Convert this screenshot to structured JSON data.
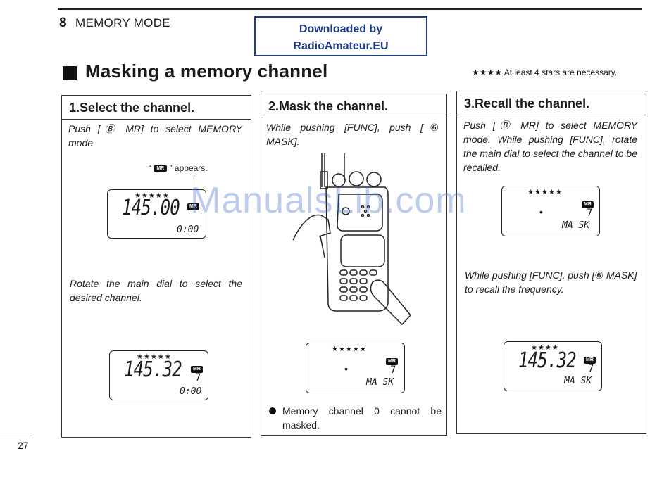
{
  "header": {
    "section_number": "8",
    "section_name": "MEMORY MODE",
    "download_line1": "Downloaded by",
    "download_line2": "RadioAmateur.EU"
  },
  "title": "Masking a memory channel",
  "stars_note": "★★★★ At least 4 stars are necessary.",
  "watermark": "ManualsLib.com",
  "panels": [
    {
      "heading": "1.Select the channel.",
      "instruction": "Push [Ⓑ MR] to select MEMORY mode.",
      "appears_open": "“",
      "appears_badge": "MR",
      "appears_close": "” appears.",
      "display1": {
        "stars": "★★★★★",
        "freq": "145.00",
        "time": "0:00",
        "badge": "MR"
      },
      "rotate_text": "Rotate the main dial to select the desired channel.",
      "display2": {
        "stars": "★★★★★",
        "freq": "145.32",
        "time": "0:00",
        "badge": "MR",
        "channel": "7"
      }
    },
    {
      "heading": "2.Mask the channel.",
      "instruction": "While pushing [FUNC], push [⑥ MASK].",
      "display": {
        "stars": "★★★★★",
        "dot": "•",
        "badge": "MR",
        "channel": "7",
        "mask": "MA SK"
      },
      "note": "Memory channel 0 cannot be masked."
    },
    {
      "heading": "3.Recall the channel.",
      "instruction": "Push [Ⓑ MR] to select MEMORY mode. While pushing [FUNC], rotate the main dial to select the channel to be recalled.",
      "display1": {
        "stars": "★★★★★",
        "dot": "•",
        "badge": "MR",
        "channel": "7",
        "mask": "MA SK"
      },
      "recall_text": "While pushing [FUNC], push [⑥ MASK] to recall the frequency.",
      "display2": {
        "stars": "★★★★",
        "freq": "145.32",
        "badge": "MR",
        "channel": "7",
        "mask": "MA SK"
      }
    }
  ],
  "page_number": "27"
}
